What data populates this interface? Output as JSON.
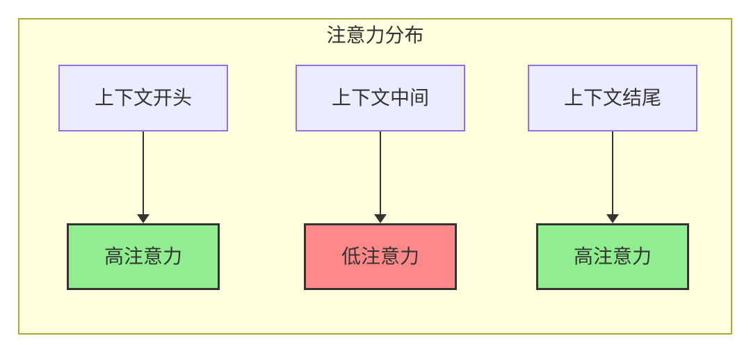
{
  "diagram": {
    "title": "注意力分布",
    "columns": [
      {
        "source": {
          "label": "上下文开头"
        },
        "target": {
          "label": "高注意力",
          "level": "high"
        }
      },
      {
        "source": {
          "label": "上下文中间"
        },
        "target": {
          "label": "低注意力",
          "level": "low"
        }
      },
      {
        "source": {
          "label": "上下文结尾"
        },
        "target": {
          "label": "高注意力",
          "level": "high"
        }
      }
    ],
    "colors": {
      "page_background": "#ffffff",
      "group_background": "#ffffe0",
      "group_border": "#aaaa33",
      "source_node_background": "#ececff",
      "source_node_border": "#9370db",
      "high_attention_background": "#90ee90",
      "low_attention_background": "#ff8888",
      "target_node_border": "#333333",
      "arrow": "#333333",
      "text": "#333333"
    }
  }
}
